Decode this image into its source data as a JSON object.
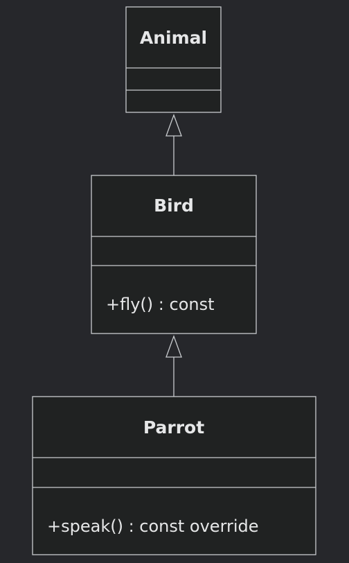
{
  "diagram": {
    "type": "uml-class-diagram",
    "classes": [
      {
        "id": "animal",
        "name": "Animal",
        "attributes": [],
        "methods": []
      },
      {
        "id": "bird",
        "name": "Bird",
        "attributes": [],
        "methods": [
          "+fly() : const"
        ]
      },
      {
        "id": "parrot",
        "name": "Parrot",
        "attributes": [],
        "methods": [
          "+speak() : const override"
        ]
      }
    ],
    "relations": [
      {
        "type": "inheritance",
        "from": "bird",
        "to": "animal"
      },
      {
        "type": "inheritance",
        "from": "parrot",
        "to": "bird"
      }
    ]
  }
}
